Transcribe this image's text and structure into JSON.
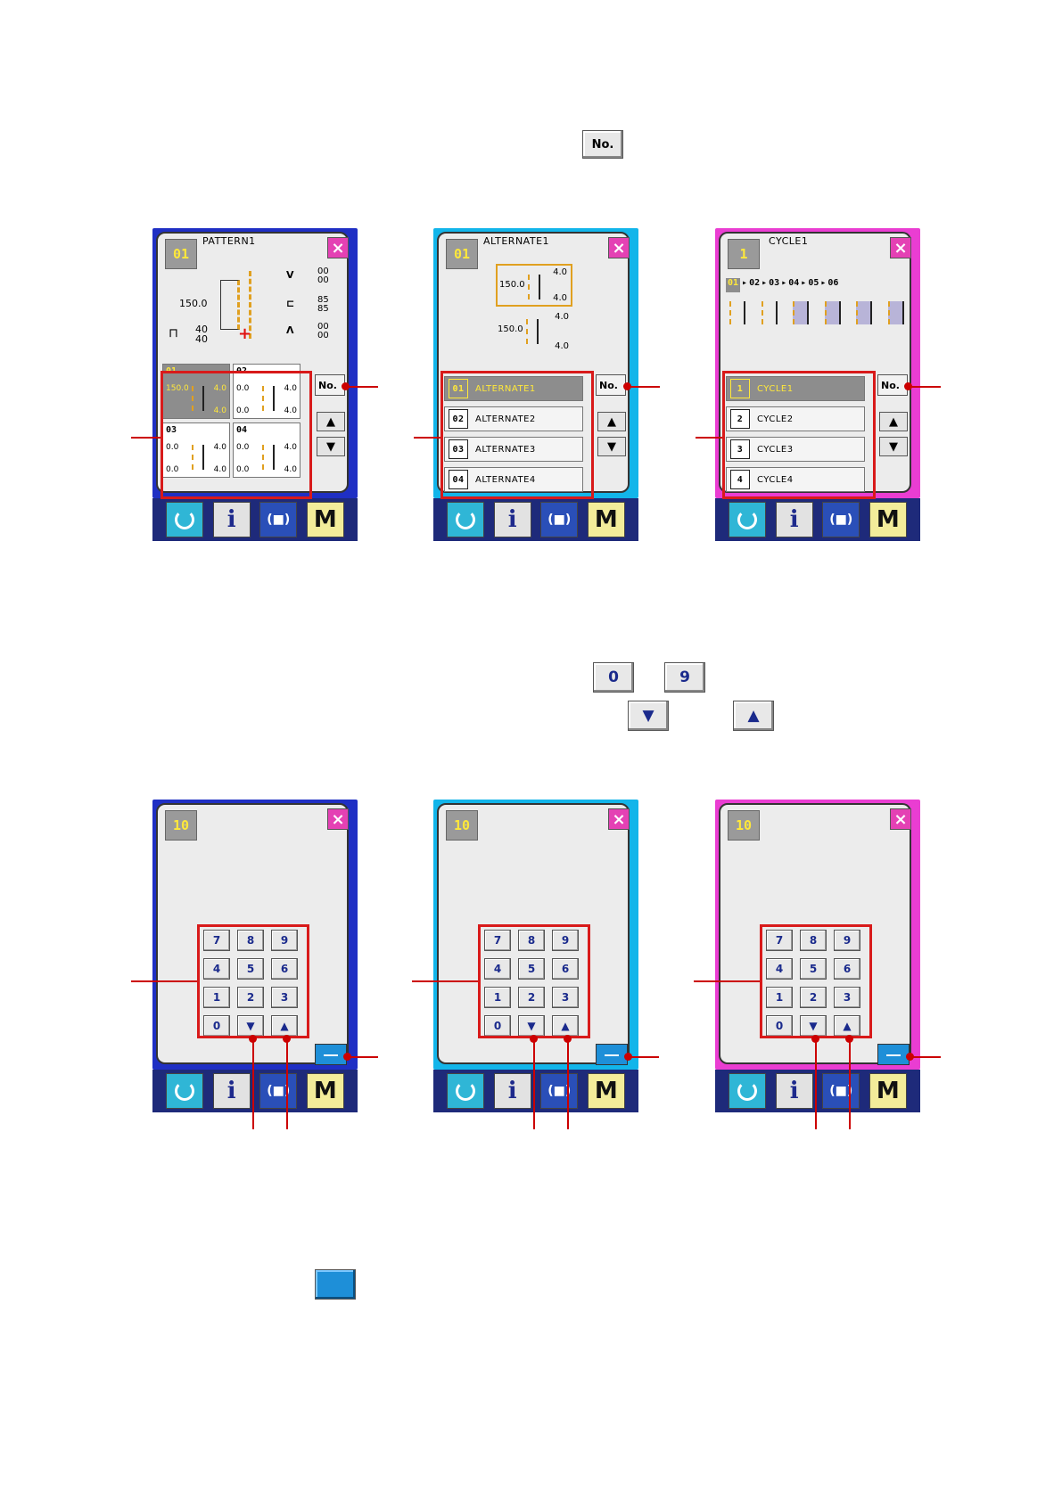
{
  "doc_icons": {
    "no_button": "No.",
    "key_zero": "0",
    "key_nine": "9",
    "down_key": "▼",
    "up_key": "▲"
  },
  "screens_top": [
    {
      "title": "PATTERN1",
      "icon_label": "01",
      "pattern": {
        "width_value": "150.0",
        "left_params": [
          "40",
          "40"
        ],
        "right_params": [
          [
            "00",
            "00"
          ],
          [
            "85",
            "85"
          ],
          [
            "00",
            "00"
          ]
        ]
      },
      "tiles": [
        {
          "num": "01",
          "v1": "4.0",
          "v2": "4.0",
          "v3": "150.0",
          "selected": true
        },
        {
          "num": "02",
          "v1": "4.0",
          "v2": "4.0",
          "v3": "0.0",
          "v4": "0.0"
        },
        {
          "num": "03",
          "v1": "4.0",
          "v2": "4.0",
          "v3": "0.0",
          "v4": "0.0"
        },
        {
          "num": "04",
          "v1": "4.0",
          "v2": "4.0",
          "v3": "0.0",
          "v4": "0.0"
        }
      ]
    },
    {
      "title": "ALTERNATE1",
      "icon_label": "01",
      "preview": [
        {
          "width": "150.0",
          "top": "4.0",
          "bottom": "4.0"
        },
        {
          "width": "150.0",
          "top": "4.0",
          "bottom": "4.0"
        }
      ],
      "rows": [
        {
          "num": "01",
          "label": "ALTERNATE1",
          "selected": true
        },
        {
          "num": "02",
          "label": "ALTERNATE2"
        },
        {
          "num": "03",
          "label": "ALTERNATE3"
        },
        {
          "num": "04",
          "label": "ALTERNATE4"
        }
      ]
    },
    {
      "title": "CYCLE1",
      "icon_label": "1",
      "sequence": [
        "01",
        "02",
        "03",
        "04",
        "05",
        "06"
      ],
      "rows": [
        {
          "num": "1",
          "label": "CYCLE1",
          "selected": true
        },
        {
          "num": "2",
          "label": "CYCLE2"
        },
        {
          "num": "3",
          "label": "CYCLE3"
        },
        {
          "num": "4",
          "label": "CYCLE4"
        }
      ]
    }
  ],
  "screens_bottom": [
    {
      "icon_label": "10"
    },
    {
      "icon_label": "10"
    },
    {
      "icon_label": "10"
    }
  ],
  "keypad": [
    "7",
    "8",
    "9",
    "4",
    "5",
    "6",
    "1",
    "2",
    "3",
    "0"
  ],
  "common": {
    "close": "×",
    "no_label": "No.",
    "up": "▲",
    "down": "▼",
    "info": "i",
    "mode": "M"
  },
  "colors": {
    "pattern_frame": "#1f2fc4",
    "alternate_frame": "#12b5ea",
    "cycle_frame": "#ea3dd2",
    "highlight": "#d81a1a"
  }
}
